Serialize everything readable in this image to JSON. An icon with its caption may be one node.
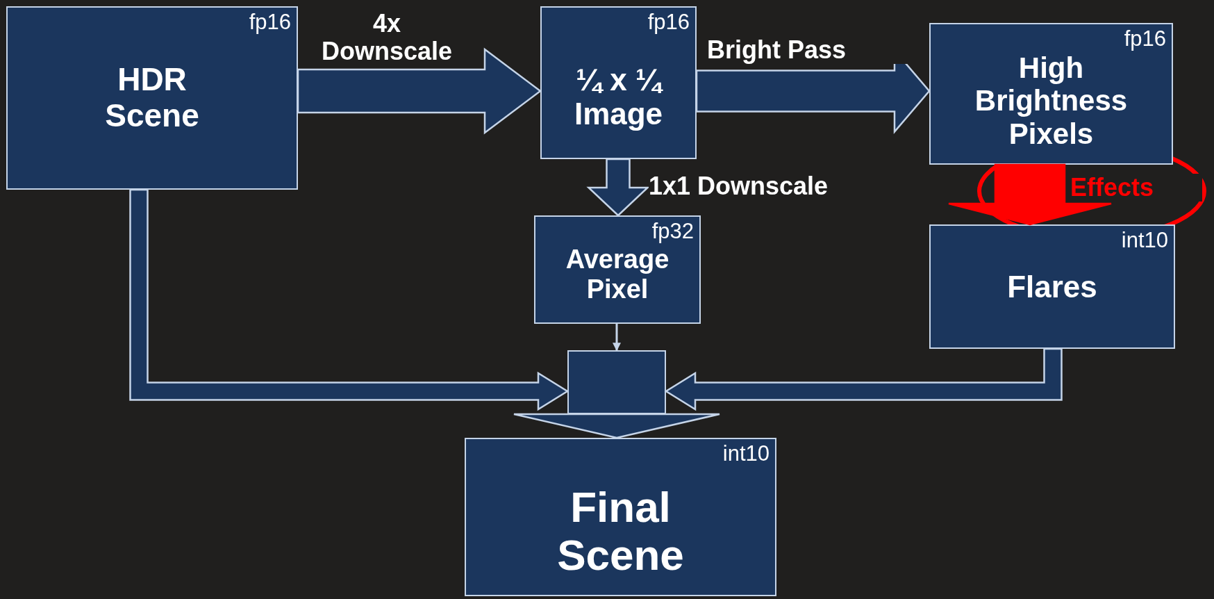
{
  "diagram": {
    "nodes": [
      {
        "text": [
          "fp16",
          "HDR Scene"
        ]
      },
      {
        "text": [
          "fp16",
          "¼ x ¼ Image"
        ]
      },
      {
        "text": [
          "fp16",
          "High Brightness Pixels"
        ]
      },
      {
        "text": [
          "fp32",
          "Average Pixel"
        ]
      },
      {
        "text": [
          "int10",
          "Flares"
        ]
      },
      {
        "text": [],
        "shape": "box"
      },
      {
        "text": [
          "int10",
          "Final Scene"
        ]
      }
    ],
    "edges": [
      {
        "from": 0,
        "to": 1,
        "arrow": "to",
        "label": "4x Downscale",
        "style": "thick"
      },
      {
        "from": 1,
        "to": 2,
        "arrow": "to",
        "label": "Bright Pass",
        "style": "thick"
      },
      {
        "from": 1,
        "to": 3,
        "arrow": "to",
        "label": "1x1 Downscale",
        "style": "thick"
      },
      {
        "from": 2,
        "to": 4,
        "arrow": "to",
        "label": "Effects",
        "style": "thick",
        "color": "#ff0000"
      },
      {
        "from": 3,
        "to": 5,
        "arrow": "to"
      },
      {
        "from": 0,
        "to": 5,
        "arrow": "to",
        "style": "thick"
      },
      {
        "from": 4,
        "to": 5,
        "arrow": "to",
        "style": "thick"
      },
      {
        "from": 5,
        "to": 6,
        "arrow": "to",
        "style": "thick"
      }
    ]
  }
}
